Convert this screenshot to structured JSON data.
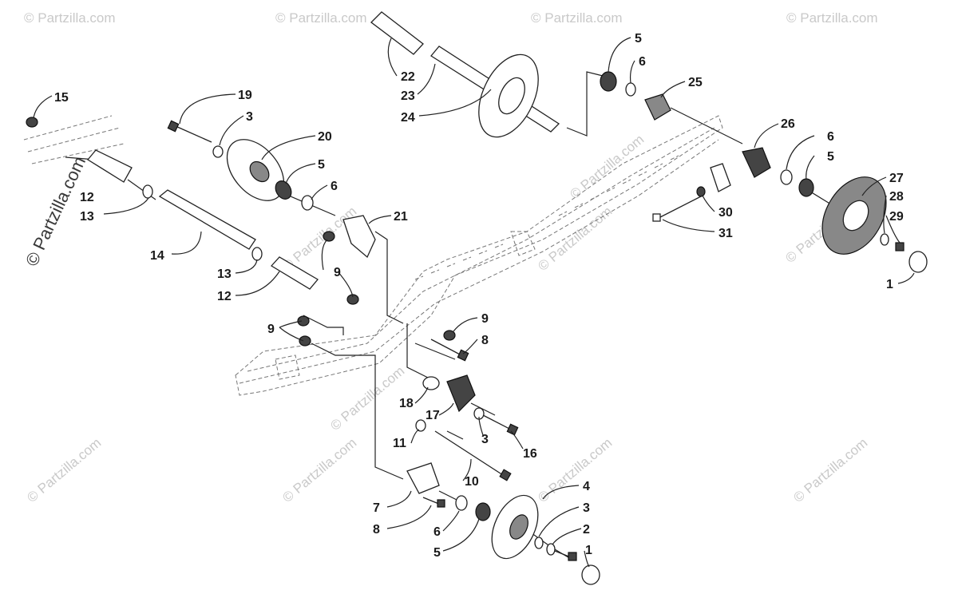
{
  "watermark": {
    "small_text": "© Partzilla.com",
    "side_text": "© Partzilla.com"
  },
  "callouts": [
    {
      "id": "c15",
      "label": "15"
    },
    {
      "id": "c19",
      "label": "19"
    },
    {
      "id": "c3a",
      "label": "3"
    },
    {
      "id": "c20",
      "label": "20"
    },
    {
      "id": "c5a",
      "label": "5"
    },
    {
      "id": "c6a",
      "label": "6"
    },
    {
      "id": "c12a",
      "label": "12"
    },
    {
      "id": "c13a",
      "label": "13"
    },
    {
      "id": "c14",
      "label": "14"
    },
    {
      "id": "c13b",
      "label": "13"
    },
    {
      "id": "c12b",
      "label": "12"
    },
    {
      "id": "c9a",
      "label": "9"
    },
    {
      "id": "c9b",
      "label": "9"
    },
    {
      "id": "c21",
      "label": "21"
    },
    {
      "id": "c22",
      "label": "22"
    },
    {
      "id": "c23",
      "label": "23"
    },
    {
      "id": "c24",
      "label": "24"
    },
    {
      "id": "c5b",
      "label": "5"
    },
    {
      "id": "c6b",
      "label": "6"
    },
    {
      "id": "c25",
      "label": "25"
    },
    {
      "id": "c26",
      "label": "26"
    },
    {
      "id": "c6c",
      "label": "6"
    },
    {
      "id": "c5c",
      "label": "5"
    },
    {
      "id": "c27",
      "label": "27"
    },
    {
      "id": "c28",
      "label": "28"
    },
    {
      "id": "c29",
      "label": "29"
    },
    {
      "id": "c30",
      "label": "30"
    },
    {
      "id": "c31",
      "label": "31"
    },
    {
      "id": "c1a",
      "label": "1"
    },
    {
      "id": "c9c",
      "label": "9"
    },
    {
      "id": "c8a",
      "label": "8"
    },
    {
      "id": "c18",
      "label": "18"
    },
    {
      "id": "c17",
      "label": "17"
    },
    {
      "id": "c3b",
      "label": "3"
    },
    {
      "id": "c16",
      "label": "16"
    },
    {
      "id": "c11",
      "label": "11"
    },
    {
      "id": "c10",
      "label": "10"
    },
    {
      "id": "c4",
      "label": "4"
    },
    {
      "id": "c3c",
      "label": "3"
    },
    {
      "id": "c2",
      "label": "2"
    },
    {
      "id": "c1b",
      "label": "1"
    },
    {
      "id": "c7",
      "label": "7"
    },
    {
      "id": "c8b",
      "label": "8"
    },
    {
      "id": "c6d",
      "label": "6"
    },
    {
      "id": "c5d",
      "label": "5"
    }
  ]
}
